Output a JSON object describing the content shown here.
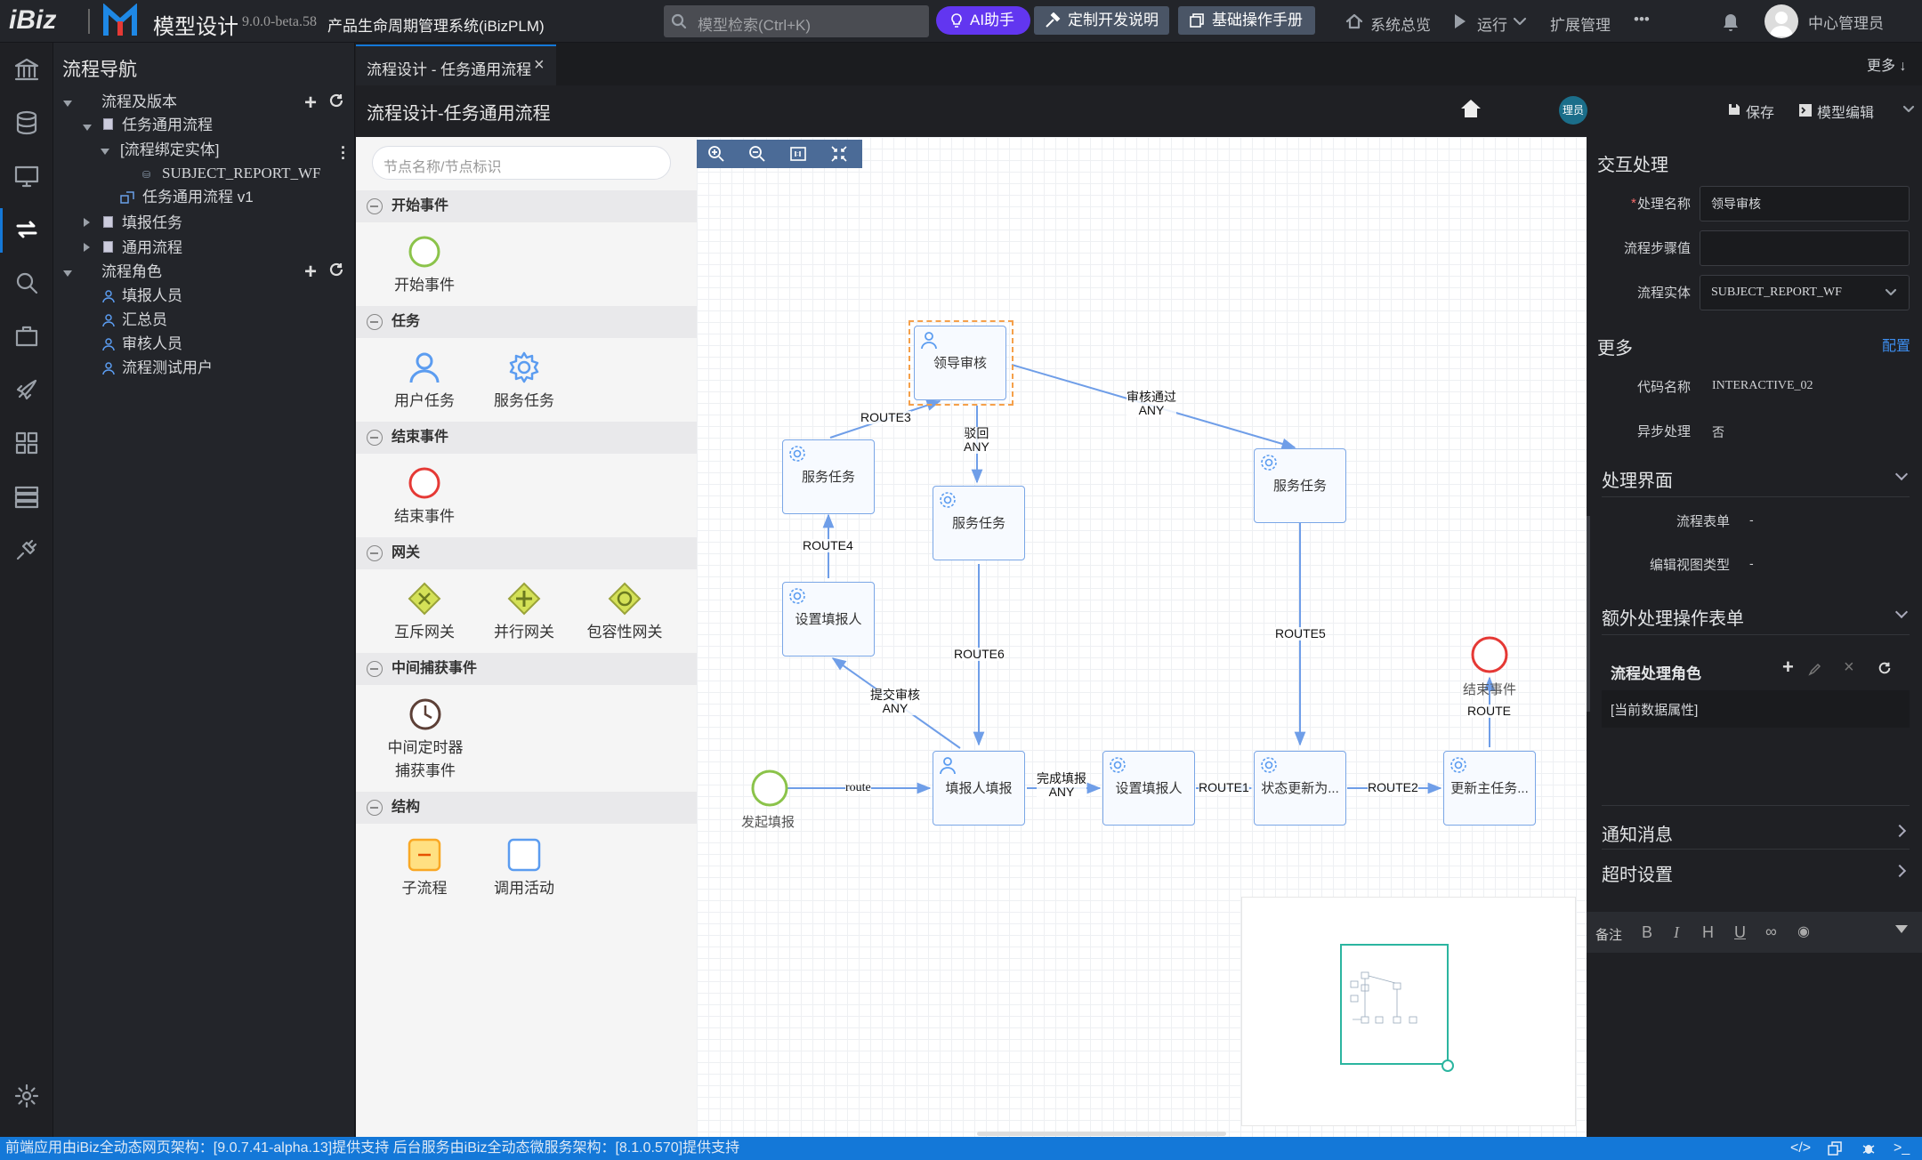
{
  "app": {
    "logo": "iBiz",
    "name": "模型设计",
    "version": "9.0.0-beta.58",
    "system": "产品生命周期管理系统(iBizPLM)"
  },
  "search": {
    "placeholder": "模型检索(Ctrl+K)"
  },
  "topbar": {
    "ai": "AI助手",
    "custom_dev": "定制开发说明",
    "manual": "基础操作手册",
    "overview": "系统总览",
    "run": "运行",
    "extend": "扩展管理",
    "more": "•••",
    "user": "中心管理员"
  },
  "nav": {
    "title": "流程导航",
    "group1": "流程及版本",
    "flow": "任务通用流程",
    "bind_entity": "[流程绑定实体]",
    "entity": "SUBJECT_REPORT_WF",
    "version": "任务通用流程 v1",
    "fill_task": "填报任务",
    "common_flow": "通用流程",
    "roles_title": "流程角色",
    "roles": [
      "填报人员",
      "汇总员",
      "审核人员",
      "流程测试用户"
    ]
  },
  "tab": {
    "label": "流程设计 - 任务通用流程",
    "more": "更多"
  },
  "toolbar": {
    "title": "流程设计-任务通用流程",
    "avatar": "理员",
    "save": "保存",
    "model_edit": "模型编辑"
  },
  "palette": {
    "search_placeholder": "节点名称/节点标识",
    "groups": [
      {
        "title": "开始事件",
        "items": [
          "开始事件"
        ]
      },
      {
        "title": "任务",
        "items": [
          "用户任务",
          "服务任务"
        ]
      },
      {
        "title": "结束事件",
        "items": [
          "结束事件"
        ]
      },
      {
        "title": "网关",
        "items": [
          "互斥网关",
          "并行网关",
          "包容性网关"
        ]
      },
      {
        "title": "中间捕获事件",
        "items": [
          "中间定时器",
          "捕获事件"
        ]
      },
      {
        "title": "结构",
        "items": [
          "子流程",
          "调用活动"
        ]
      }
    ]
  },
  "diagram": {
    "nodes": {
      "leader": "领导审核",
      "svc1": "服务任务",
      "svc2": "服务任务",
      "svc3": "服务任务",
      "setter1": "设置填报人",
      "filler": "填报人填报",
      "setter2": "设置填报人",
      "status": "状态更新为...",
      "update": "更新主任务...",
      "start": "发起填报",
      "end": "结束事件"
    },
    "edges": {
      "route3": "ROUTE3",
      "reject": "驳回",
      "reject_any": "ANY",
      "approve": "审核通过",
      "approve_any": "ANY",
      "route4": "ROUTE4",
      "route6": "ROUTE6",
      "submit": "提交审核",
      "submit_any": "ANY",
      "route": "route",
      "done": "完成填报",
      "done_any": "ANY",
      "route1": "ROUTE1",
      "route2": "ROUTE2",
      "route5": "ROUTE5",
      "route_end": "ROUTE"
    }
  },
  "props": {
    "title": "交互处理",
    "name_label": "处理名称",
    "name_value": "领导审核",
    "step_label": "流程步骤值",
    "step_value": "",
    "entity_label": "流程实体",
    "entity_value": "SUBJECT_REPORT_WF",
    "more": "更多",
    "config": "配置",
    "code_label": "代码名称",
    "code_value": "INTERACTIVE_02",
    "async_label": "异步处理",
    "async_value": "否",
    "ui_title": "处理界面",
    "form_label": "流程表单",
    "form_value": "-",
    "view_label": "编辑视图类型",
    "view_value": "-",
    "extra_title": "额外处理操作表单",
    "role_title": "流程处理角色",
    "role_item": "[当前数据属性]",
    "notify": "通知消息",
    "timeout": "超时设置",
    "remark": "备注"
  },
  "status": {
    "text": "前端应用由iBiz全动态网页架构：[9.0.7.41-alpha.13]提供支持 后台服务由iBiz全动态微服务架构：[8.1.0.570]提供支持"
  },
  "colors": {
    "accent": "#1478d8",
    "node_border": "#7aa6e6",
    "start": "#8bc34a",
    "end": "#e53935"
  }
}
